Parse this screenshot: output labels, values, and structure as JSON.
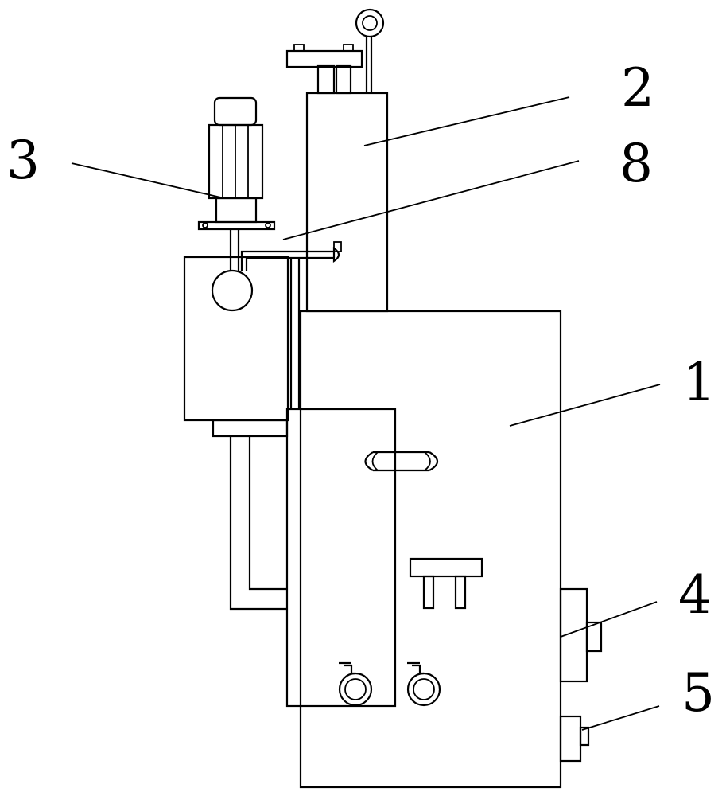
{
  "diagram": {
    "labels": {
      "l1": "1",
      "l2": "2",
      "l3": "3",
      "l4": "4",
      "l5": "5",
      "l8": "8"
    }
  }
}
